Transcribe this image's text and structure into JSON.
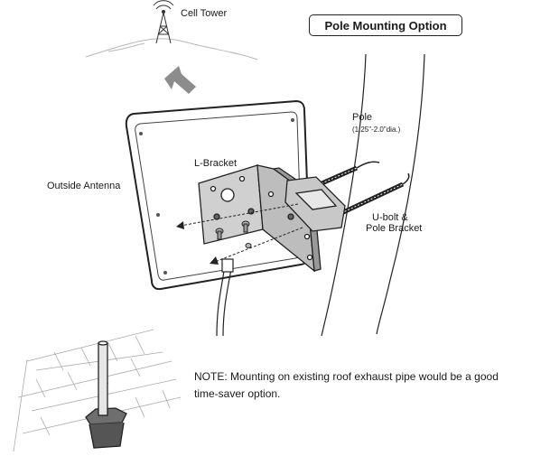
{
  "title": "Pole Mounting Option",
  "labels": {
    "cell_tower": "Cell Tower",
    "outside_antenna": "Outside Antenna",
    "l_bracket": "L-Bracket",
    "pole": "Pole",
    "pole_dia": "(1.25\"-2.0\"dia.)",
    "u_bolt_line1": "U-bolt &",
    "u_bolt_line2": "Pole Bracket"
  },
  "note": "NOTE: Mounting on existing roof exhaust pipe would be a good time-saver option."
}
